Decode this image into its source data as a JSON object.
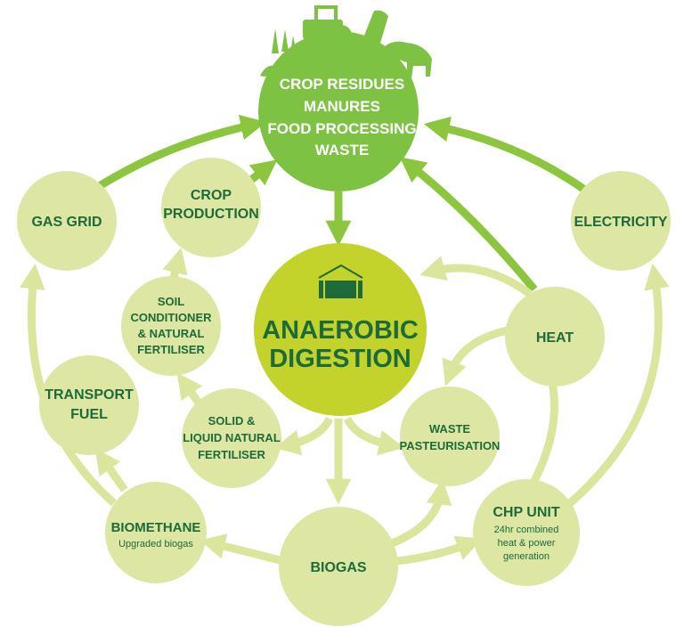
{
  "colors": {
    "feedstock": "#7dc242",
    "digestion": "#c3d32b",
    "node": "#dde6a3",
    "arrow": "#dbe59c",
    "arrow_dark": "#8cc63f",
    "text": "#1d6b3a"
  },
  "nodes": {
    "feedstock": {
      "lines": [
        "CROP RESIDUES",
        "MANURES",
        "FOOD PROCESSING",
        "WASTE"
      ],
      "icons": [
        "wheat-icon",
        "tractor-icon",
        "silo-icon",
        "cow-icon"
      ]
    },
    "digestion": {
      "lines": [
        "ANAEROBIC",
        "DIGESTION"
      ],
      "icon": "digester-icon"
    },
    "gas_grid": {
      "lines": [
        "GAS GRID"
      ]
    },
    "crop_production": {
      "lines": [
        "CROP",
        "PRODUCTION"
      ]
    },
    "electricity": {
      "lines": [
        "ELECTRICITY"
      ]
    },
    "soil_conditioner": {
      "lines": [
        "SOIL",
        "CONDITIONER",
        "& NATURAL",
        "FERTILISER"
      ]
    },
    "heat": {
      "lines": [
        "HEAT"
      ]
    },
    "transport_fuel": {
      "lines": [
        "TRANSPORT",
        "FUEL"
      ]
    },
    "solid_liquid": {
      "lines": [
        "SOLID &",
        "LIQUID NATURAL",
        "FERTILISER"
      ]
    },
    "waste_pasteurisation": {
      "lines": [
        "WASTE",
        "PASTEURISATION"
      ]
    },
    "biomethane": {
      "lines": [
        "BIOMETHANE"
      ],
      "sub": [
        "Upgraded biogas"
      ]
    },
    "biogas": {
      "lines": [
        "BIOGAS"
      ]
    },
    "chp_unit": {
      "lines": [
        "CHP UNIT"
      ],
      "sub": [
        "24hr combined",
        "heat & power",
        "generation"
      ]
    }
  }
}
